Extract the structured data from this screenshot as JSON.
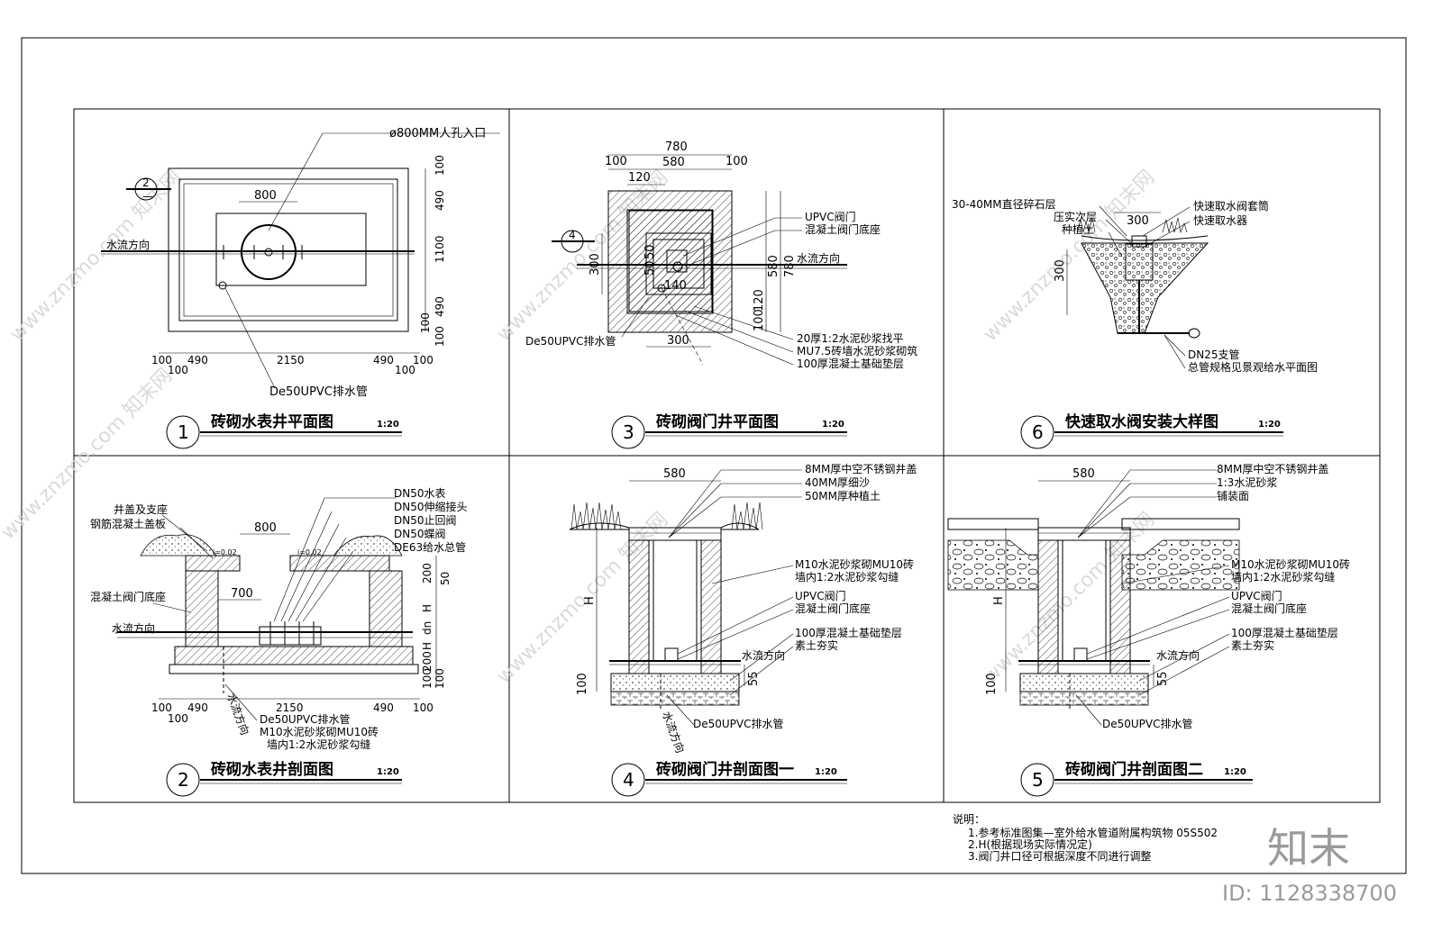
{
  "panels": [
    {
      "number": "1",
      "title": "砖砌水表井平面图",
      "scale": "1:20"
    },
    {
      "number": "3",
      "title": "砖砌阀门井平面图",
      "scale": "1:20"
    },
    {
      "number": "6",
      "title": "快速取水阀安装大样图",
      "scale": "1:20"
    },
    {
      "number": "2",
      "title": "砖砌水表井剖面图",
      "scale": "1:20"
    },
    {
      "number": "4",
      "title": "砖砌阀门井剖面图一",
      "scale": "1:20"
    },
    {
      "number": "5",
      "title": "砖砌阀门井剖面图二",
      "scale": "1:20"
    }
  ],
  "p1": {
    "manhole": "ø800MM人孔入口",
    "flow": "水流方向",
    "drain": "De50UPVC排水管",
    "section_mark": "2",
    "dim_800": "800",
    "right_dims": [
      "100",
      "490",
      "1100",
      "490",
      "100",
      "100"
    ],
    "bottom_dims": [
      "100",
      "490",
      "2150",
      "490",
      "100"
    ],
    "bottom_dims2": [
      "100",
      "100"
    ]
  },
  "p3": {
    "top_dims": [
      "780",
      "100",
      "580",
      "100",
      "120"
    ],
    "labels": [
      "UPVC阀门",
      "混凝土阀门底座"
    ],
    "flow": "水流方向",
    "right_dims": [
      "580",
      "780",
      "120",
      "100"
    ],
    "left_dims": [
      "300",
      "50",
      "50"
    ],
    "dim_140": "140",
    "section_mark": "4",
    "drain": "De50UPVC排水管",
    "dim_300": "300",
    "notes": [
      "20厚1:2水泥砂浆找平",
      "MU7.5砖墙水泥砂浆砌筑",
      "100厚混凝土基础垫层"
    ]
  },
  "p6": {
    "left_labels": [
      "30-40MM直径碎石层",
      "压实次层",
      "种植土"
    ],
    "dim_300": "300",
    "dim_300v": "300",
    "right_labels": [
      "快速取水阀套筒",
      "快速取水器"
    ],
    "bottom_labels": [
      "DN25支管",
      "总管规格见景观给水平面图"
    ]
  },
  "p2": {
    "left_labels": [
      "井盖及支座",
      "钢筋混凝土盖板"
    ],
    "slope_l": "i=0.02",
    "slope_r": "i=0.02",
    "dim_800": "800",
    "dim_700": "700",
    "base": "混凝土阀门底座",
    "flow": "水流方向",
    "flow2": "水流方向",
    "fittings": [
      "DN50水表",
      "DN50伸缩接头",
      "DN50止回阀",
      "DN50蝶阀",
      "DE63给水总管"
    ],
    "right_dims": [
      "200",
      "50",
      "H",
      "dn",
      "H",
      "200",
      "100",
      "100"
    ],
    "bottom_dims": [
      "100",
      "490",
      "2150",
      "490",
      "100"
    ],
    "bottom_dims2": [
      "100"
    ],
    "notes": [
      "De50UPVC排水管",
      "M10水泥砂浆砌MU10砖",
      "墙内1:2水泥砂浆勾缝"
    ]
  },
  "p4": {
    "dim_580": "580",
    "labels": [
      "8MM厚中空不锈钢井盖",
      "40MM厚细沙",
      "50MM厚种植土"
    ],
    "wall": [
      "M10水泥砂浆砌MU10砖",
      "墙内1:2水泥砂浆勾缝"
    ],
    "valve": [
      "UPVC阀门",
      "混凝土阀门底座"
    ],
    "base": [
      "100厚混凝土基础垫层",
      "素土夯实"
    ],
    "flow": "水流方向",
    "flow2": "水流方向",
    "dim_H": "H",
    "dim_100": "100",
    "dim_55": "55",
    "drain": "De50UPVC排水管"
  },
  "p5": {
    "dim_580": "580",
    "labels": [
      "8MM厚中空不锈钢井盖",
      "1:3水泥砂浆",
      "铺装面"
    ],
    "wall": [
      "M10水泥砂浆砌MU10砖",
      "墙内1:2水泥砂浆勾缝"
    ],
    "valve": [
      "UPVC阀门",
      "混凝土阀门底座"
    ],
    "base": [
      "100厚混凝土基础垫层",
      "素土夯实"
    ],
    "flow": "水流方向",
    "dim_H": "H",
    "dim_100": "100",
    "dim_55": "55",
    "drain": "De50UPVC排水管"
  },
  "notes": {
    "heading": "说明：",
    "lines": [
      "1.参考标准图集—室外给水管道附属构筑物  05S502",
      "2.H(根据现场实际情况定)",
      "3.阀门井口径可根据深度不同进行调整"
    ]
  },
  "brand": {
    "logo": "知末",
    "id": "ID: 1128338700"
  },
  "watermark": "www.znzmo.com 知末网"
}
